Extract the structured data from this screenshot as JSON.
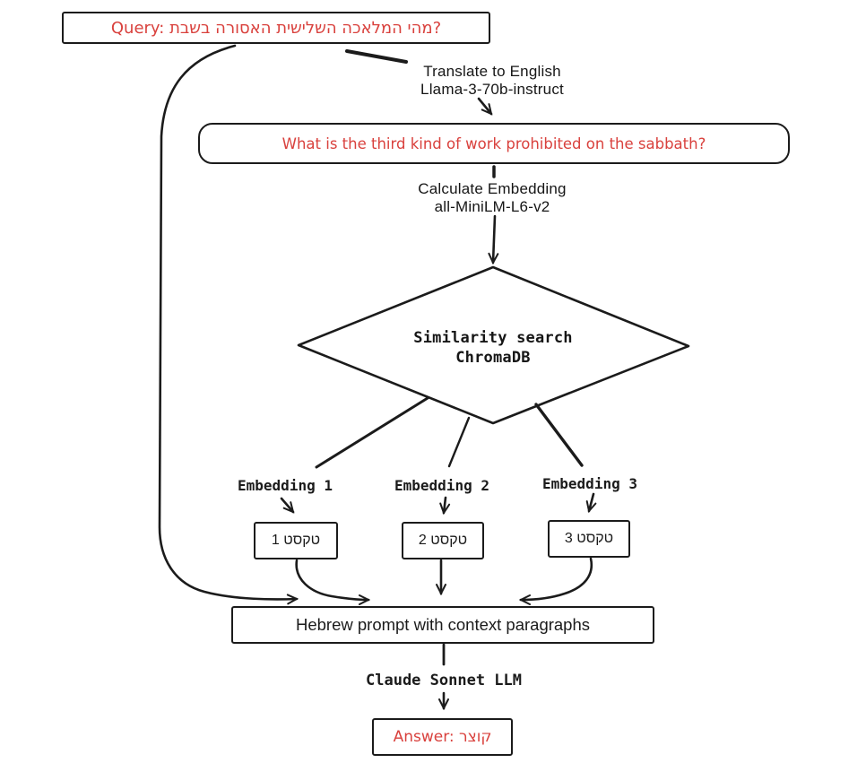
{
  "palette": {
    "ink": "#1b1b1b",
    "accent_red": "#d9413d",
    "background": "#ffffff"
  },
  "nodes": {
    "query_box": {
      "text": "Query: מהי המלאכה השלישית האסורה בשבת?"
    },
    "translate_step": {
      "line1": "Translate to English",
      "line2": "Llama-3-70b-instruct"
    },
    "english_query_box": {
      "text": "What is the third kind of work prohibited on the sabbath?"
    },
    "embedding_step": {
      "line1": "Calculate Embedding",
      "line2": "all-MiniLM-L6-v2"
    },
    "similarity_search": {
      "line1": "Similarity search",
      "line2": "ChromaDB"
    },
    "embeddings": [
      {
        "label": "Embedding 1"
      },
      {
        "label": "Embedding 2"
      },
      {
        "label": "Embedding 3"
      }
    ],
    "text_boxes": [
      {
        "text": "טקסט 1"
      },
      {
        "text": "טקסט 2"
      },
      {
        "text": "טקסט 3"
      }
    ],
    "prompt_box": {
      "text": "Hebrew prompt with context paragraphs"
    },
    "llm_step": {
      "text": "Claude Sonnet LLM"
    },
    "answer_box": {
      "text": "Answer: קוצר"
    }
  }
}
